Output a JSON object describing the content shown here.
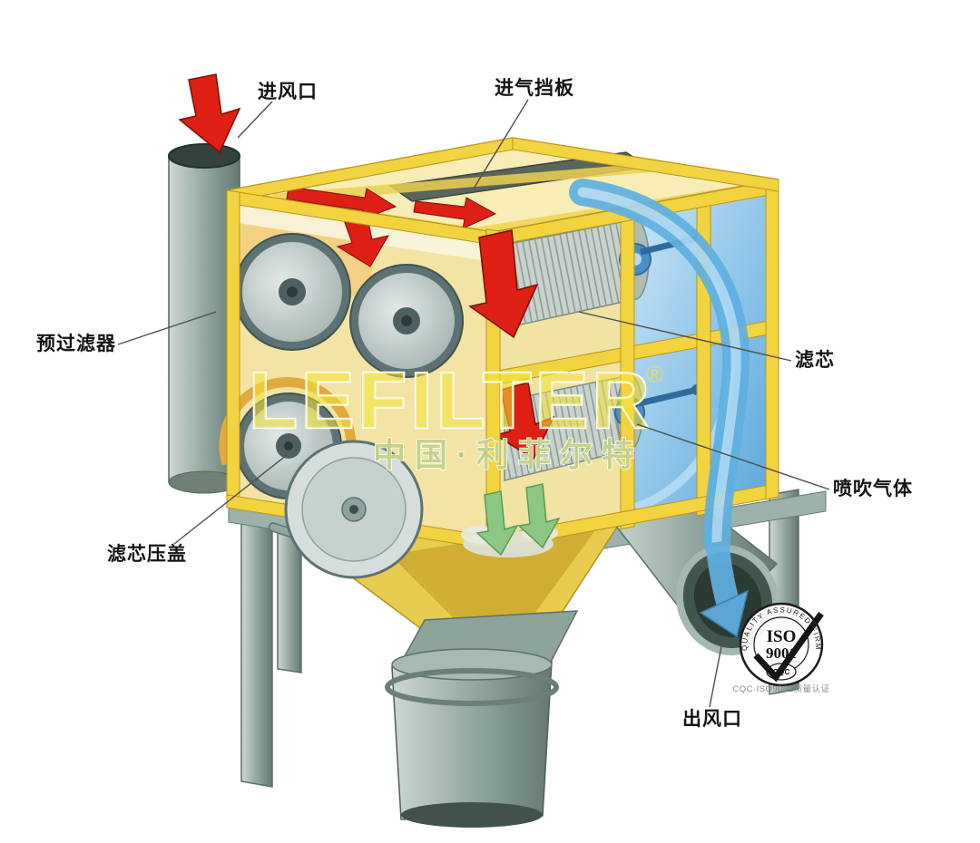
{
  "labels": {
    "inlet": "进风口",
    "baffle": "进气挡板",
    "prefilter": "预过滤器",
    "cartridge": "滤芯",
    "pulse_gas": "喷吹气体",
    "cartridge_cover": "滤芯压盖",
    "outlet": "出风口"
  },
  "watermark": {
    "brand": "LEFILTER",
    "reg": "®",
    "subtitle": "中国·利菲尔特"
  },
  "badge": {
    "arc_text": "QUALITY ASSURED FIRM",
    "iso": "ISO",
    "number": "9001",
    "cqc": "CQC",
    "caption": "CQC·ISO9001质量认证"
  },
  "colors": {
    "frame_yellow": "#f2d440",
    "dirty_air_red": "#dd1f14",
    "clean_air_blue": "#5fb0e2",
    "dust_green": "#8cc883",
    "metal_gray": "#93a8a0"
  }
}
